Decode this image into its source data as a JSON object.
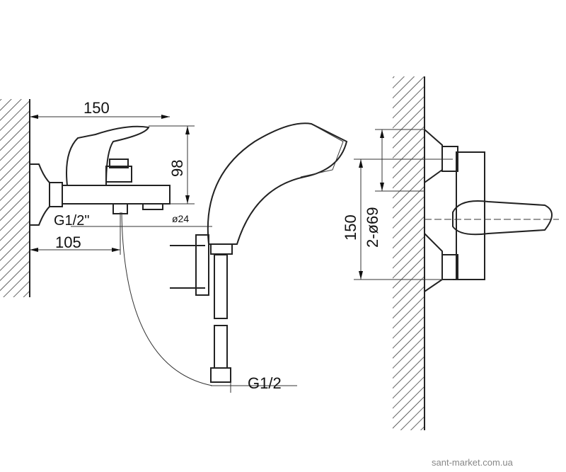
{
  "dimensions": {
    "width_150": "150",
    "height_98": "98",
    "thread_g12q": "G1/2\"",
    "dia_24": "ø24",
    "offset_105": "105",
    "hose_thread": "G1/2",
    "centers_150": "150",
    "holes_2x69": "2-ø69"
  },
  "watermark": "sant-market.com.ua"
}
